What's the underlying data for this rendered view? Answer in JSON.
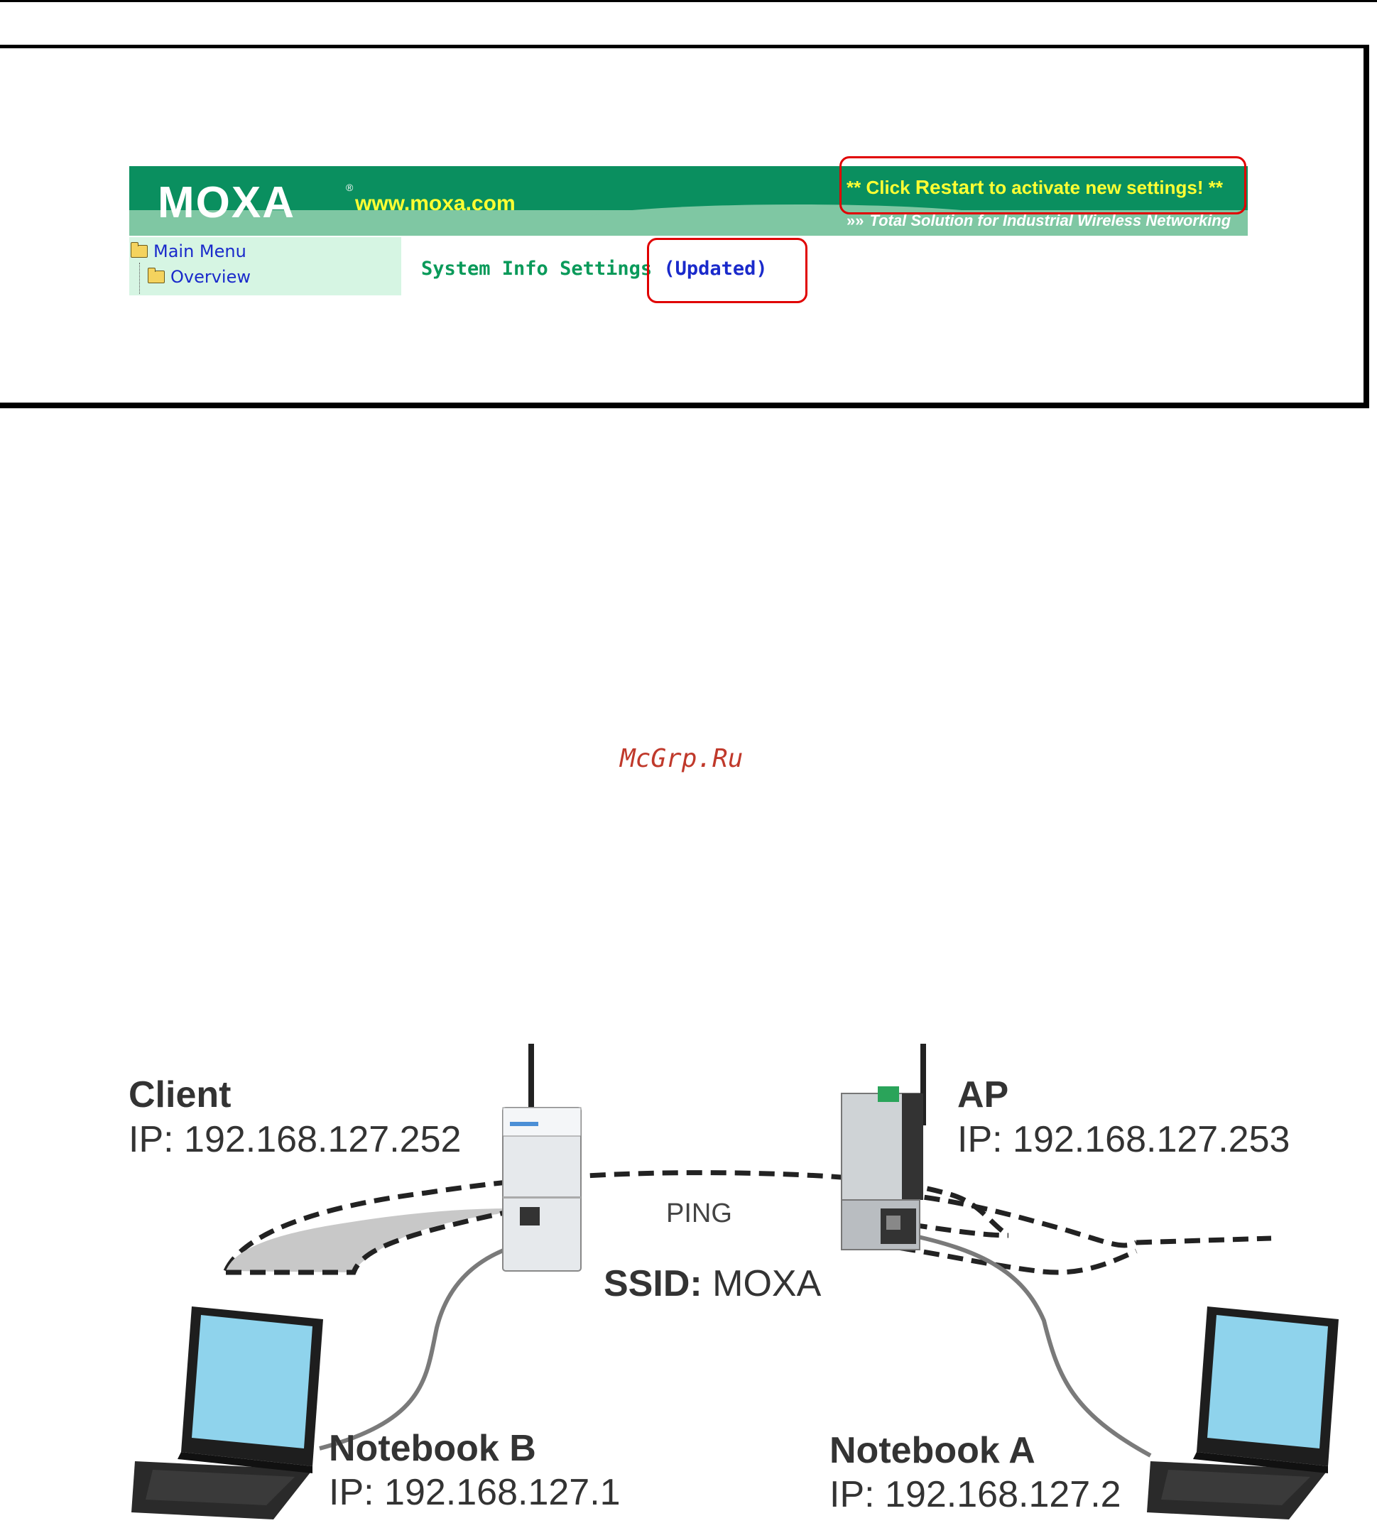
{
  "web_ui": {
    "logo_text": "MOXA",
    "logo_reg": "®",
    "site_url": "www.moxa.com",
    "restart_notice_prefix": "** Click ",
    "restart_notice_bold": "Restart",
    "restart_notice_suffix": " to activate new settings! **",
    "tagline_arrows": "»»",
    "tagline": "Total Solution for Industrial Wireless Networking",
    "menu": {
      "main_menu": "Main Menu",
      "overview": "Overview"
    },
    "heading": "System Info Settings",
    "heading_status": "(Updated)",
    "colors": {
      "banner_green": "#0a8f5f",
      "banner_band": "#7fc7a3",
      "notice_yellow": "#ffff33",
      "highlight_red": "#e00000",
      "menu_bg": "#d6f5e3",
      "link_blue": "#1a2acb",
      "heading_green": "#0a9a5a"
    }
  },
  "watermark": "McGrp.Ru",
  "diagram": {
    "client": {
      "title": "Client",
      "ip": "IP: 192.168.127.252"
    },
    "ap": {
      "title": "AP",
      "ip": "IP: 192.168.127.253"
    },
    "ping": "PING",
    "ssid_label": "SSID:",
    "ssid_value": " MOXA",
    "notebook_b": {
      "title": "Notebook B",
      "ip": "IP: 192.168.127.1"
    },
    "notebook_a": {
      "title": "Notebook A",
      "ip": "IP: 192.168.127.2"
    },
    "icons": [
      "client-device-icon",
      "ap-device-icon",
      "laptop-icon",
      "wireless-link-icon",
      "ethernet-cable-icon"
    ]
  }
}
